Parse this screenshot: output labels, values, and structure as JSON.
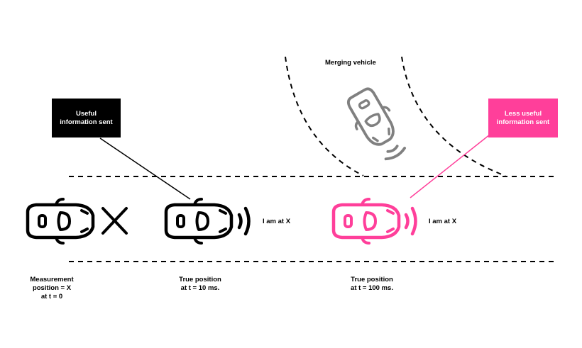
{
  "labels": {
    "merging_vehicle": "Merging vehicle",
    "useful_box": "Useful\ninformation sent",
    "less_useful_box": "Less useful\ninformation sent",
    "i_am_at_x_1": "I am at X",
    "i_am_at_x_2": "I am at X",
    "measurement": "Measurement\nposition = X\nat t = 0",
    "true_pos_10": "True position\nat t = 10 ms.",
    "true_pos_100": "True position\nat t = 100 ms."
  },
  "colors": {
    "black": "#000000",
    "pink": "#ff3f9a",
    "gray": "#808080"
  },
  "icons": [
    "car-icon",
    "cross-icon",
    "signal-waves-icon"
  ]
}
